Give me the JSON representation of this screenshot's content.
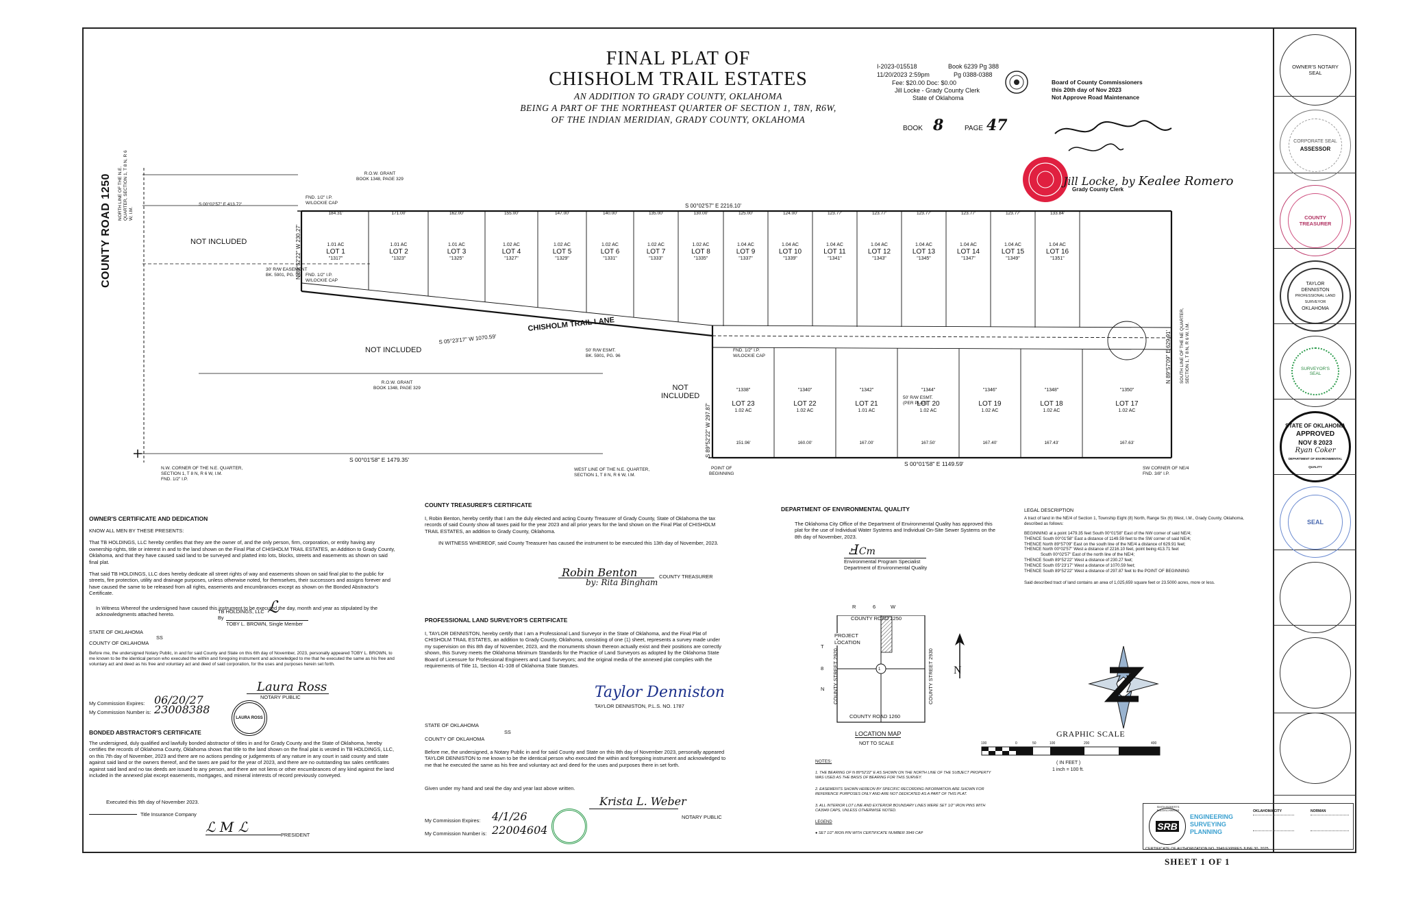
{
  "title": {
    "line1": "FINAL PLAT OF",
    "line2": "CHISHOLM TRAIL ESTATES",
    "line3": "AN ADDITION TO GRADY COUNTY, OKLAHOMA",
    "line4": "BEING A PART OF THE NORTHEAST QUARTER OF SECTION 1, T8N, R6W,",
    "line5": "OF THE INDIAN MERIDIAN, GRADY COUNTY, OKLAHOMA"
  },
  "recording": {
    "doc_no": "I-2023-015518",
    "book_pg": "Book 6239 Pg 388",
    "datetime": "11/20/2023 2:59pm",
    "pg_range": "Pg 0388-0388",
    "fee": "Fee: $20.00  Doc: $0.00",
    "clerk": "Jill Locke - Grady County Clerk",
    "state": "State of Oklahoma",
    "book_label": "BOOK",
    "book_value": "8",
    "page_label": "PAGE",
    "page_value": "47",
    "board_line1": "Board of County Commissioners",
    "board_line2": "this 20th day of Nov 2023",
    "board_line3": "Not Approve Road Maintenance",
    "grady_county_clerk": "Grady County Clerk"
  },
  "plat": {
    "county_road": "COUNTY ROAD 1250",
    "row_grant_top": "R.O.W. GRANT",
    "row_grant_top2": "BOOK 1348, PAGE 329",
    "row_grant_mid": "R.O.W. GRANT",
    "row_grant_mid2": "BOOK 1348, PAGE 329",
    "top_bearing": "S 00°02'57\" E 2216.10'",
    "top_left_bearing": "S 00°02'57\" E 413.72'",
    "bottom_left_bearing": "S 00°01'58\" E 1479.35'",
    "bottom_right_bearing": "S 00°01'58\" E 1149.59'",
    "lane_bearing": "S 05°23'17\" W 1070.59'",
    "lane_name": "CHISHOLM TRAIL LANE",
    "left_bearing": "N 89°52'22\" W 230.27'",
    "center_bearing": "S 89°52'22\" W 297.87'",
    "right_bearing": "N 89°57'09\" E 629.91'",
    "not_included_1": "NOT INCLUDED",
    "not_included_2": "NOT INCLUDED",
    "not_included_3a": "NOT",
    "not_included_3b": "INCLUDED",
    "fnd_ip_1a": "FND. 1/2\" I.P.",
    "fnd_ip_1b": "W/LOCKIE CAP",
    "fnd_ip_2a": "FND. 1/2\" I.P.",
    "fnd_ip_2b": "W/LOCKIE CAP",
    "fnd_ip_3a": "FND. 1/2\" I.P.",
    "fnd_ip_3b": "W/LOCKIE CAP",
    "esmt_1a": "30' R/W EASEMENT",
    "esmt_1b": "BK. 5901, PG. 96",
    "esmt_2a": "50' R/W ESMT.",
    "esmt_2b": "BK. 5901, PG. 96",
    "esmt_3a": "50' R/W ESMT.",
    "esmt_3b": "(PER PLAT)",
    "nw_corner_1": "N.W. CORNER OF THE N.E. QUARTER,",
    "nw_corner_2": "SECTION 1, T 8 N, R 6 W, I.M.",
    "nw_corner_3": "FND. 1/2\" I.P.",
    "west_line_1": "WEST LINE OF THE N.E. QUARTER,",
    "west_line_2": "SECTION 1, T 8 N, R 6 W, I.M.",
    "pob_1": "POINT OF",
    "pob_2": "BEGINNING",
    "sw_corner_1": "SW CORNER OF NE/4",
    "sw_corner_2": "FND. 3/8\" I.P.",
    "north_line": "NORTH LINE OF THE N.E. QUARTER, SECTION 1, T 8 N, R 6 W, I.M.",
    "south_line": "SOUTH LINE OF THE NE QUARTER, SECTION 1, T 8 N, R 6 W, I.M.",
    "lots_north": [
      {
        "name": "LOT 1",
        "ac": "1.01 AC",
        "addr": "\"1317\"",
        "front": "184.31'"
      },
      {
        "name": "LOT 2",
        "ac": "1.01 AC",
        "addr": "\"1323\"",
        "front": "171.00'"
      },
      {
        "name": "LOT 3",
        "ac": "1.01 AC",
        "addr": "\"1325\"",
        "front": "162.00'"
      },
      {
        "name": "LOT 4",
        "ac": "1.02 AC",
        "addr": "\"1327\"",
        "front": "155.00'"
      },
      {
        "name": "LOT 5",
        "ac": "1.02 AC",
        "addr": "\"1329\"",
        "front": "147.00'"
      },
      {
        "name": "LOT 6",
        "ac": "1.02 AC",
        "addr": "\"1331\"",
        "front": "140.00'"
      },
      {
        "name": "LOT 7",
        "ac": "1.02 AC",
        "addr": "\"1333\"",
        "front": "135.00'"
      },
      {
        "name": "LOT 8",
        "ac": "1.02 AC",
        "addr": "\"1335\"",
        "front": "130.00'"
      },
      {
        "name": "LOT 9",
        "ac": "1.04 AC",
        "addr": "\"1337\"",
        "front": "125.00'"
      },
      {
        "name": "LOT 10",
        "ac": "1.04 AC",
        "addr": "\"1339\"",
        "front": "124.00'"
      },
      {
        "name": "LOT 11",
        "ac": "1.04 AC",
        "addr": "\"1341\"",
        "front": "123.77'"
      },
      {
        "name": "LOT 12",
        "ac": "1.04 AC",
        "addr": "\"1343\"",
        "front": "123.77'"
      },
      {
        "name": "LOT 13",
        "ac": "1.04 AC",
        "addr": "\"1345\"",
        "front": "123.77'"
      },
      {
        "name": "LOT 14",
        "ac": "1.04 AC",
        "addr": "\"1347\"",
        "front": "123.77'"
      },
      {
        "name": "LOT 15",
        "ac": "1.04 AC",
        "addr": "\"1349\"",
        "front": "123.77'"
      },
      {
        "name": "LOT 16",
        "ac": "1.04 AC",
        "addr": "\"1351\"",
        "front": "133.84'"
      }
    ],
    "lots_south": [
      {
        "name": "LOT 23",
        "ac": "1.02 AC",
        "addr": "\"1338\"",
        "front": "151.96'"
      },
      {
        "name": "LOT 22",
        "ac": "1.02 AC",
        "addr": "\"1340\"",
        "front": "160.00'"
      },
      {
        "name": "LOT 21",
        "ac": "1.01 AC",
        "addr": "\"1342\"",
        "front": "167.00'"
      },
      {
        "name": "LOT 20",
        "ac": "1.02 AC",
        "addr": "\"1344\"",
        "front": "167.50'"
      },
      {
        "name": "LOT 19",
        "ac": "1.02 AC",
        "addr": "\"1346\"",
        "front": "167.40'"
      },
      {
        "name": "LOT 18",
        "ac": "1.02 AC",
        "addr": "\"1348\"",
        "front": "167.43'"
      },
      {
        "name": "LOT 17",
        "ac": "1.02 AC",
        "addr": "\"1350\"",
        "front": "167.63'"
      }
    ]
  },
  "owner_cert": {
    "heading": "OWNER'S CERTIFICATE AND DEDICATION",
    "know": "KNOW ALL MEN BY THESE PRESENTS:",
    "p1": "That TB HOLDINGS, LLC hereby certifies that they are the owner of, and the only person, firm, corporation, or entity having any ownership rights, title or interest in and to the land shown on the Final Plat of CHISHOLM TRAIL ESTATES, an Addition to Grady County, Oklahoma, and that they have caused said land to be surveyed and platted into lots, blocks, streets and easements as shown on said final plat.",
    "p2": "That said TB HOLDINGS, LLC does hereby dedicate all street rights of way and easements shown on said final plat to the public for streets, fire protection, utility and drainage purposes, unless otherwise noted, for themselves, their successors and assigns forever and have caused the same to be released from all rights, easements and encumbrances except as shown on the Bonded Abstractor's Certificate.",
    "p3": "In Witness Whereof the undersigned have caused this instrument to be executed the day, month and year as stipulated by the acknowledgments attached hereto.",
    "company": "TB HOLDINGS, LLC",
    "by": "By",
    "signer": "TOBY L. BROWN, Single Member",
    "state": "STATE OF OKLAHOMA",
    "ss": "SS",
    "county": "COUNTY OF OKLAHOMA",
    "notary_text": "Before me, the undersigned Notary Public, in and for said County and State on this 6th day of November, 2023, personally appeared TOBY L. BROWN, to me known to be the identical person who executed the within and foregoing instrument and acknowledged to me that he executed the same as his free and voluntary act and deed as his free and voluntary act and deed of said corporation, for the uses and purposes herein set forth.",
    "notary_sig": "Laura Ross",
    "notary_label": "NOTARY PUBLIC",
    "comm_exp_label": "My Commission Expires:",
    "comm_exp": "06/20/27",
    "comm_no_label": "My Commission Number is:",
    "comm_no": "23008388",
    "stamp_name": "LAURA ROSS"
  },
  "abstractor_cert": {
    "heading": "BONDED ABSTRACTOR'S CERTIFICATE",
    "body": "The undersigned, duly qualified and lawfully bonded abstractor of titles in and for Grady County and the State of Oklahoma, hereby certifies the records of Oklahoma County, Oklahoma shows that title to the land shown on the final plat is vested in TB HOLDINGS, LLC, on this 7th day of November, 2023 and there are no actions pending or judgements of any nature in any court in said county and state against said land or the owners thereof, and the taxes are paid for the year of 2023, and there are no outstanding tax sales certificates against said land and no tax deeds are issued to any person, and there are not liens or other encumbrances of any kind against the land included in the annexed plat except easements, mortgages, and mineral interests of record previously conveyed.",
    "executed": "Executed this 9th day of November 2023.",
    "title_co": "Title Insurance Company",
    "president": "PRESIDENT"
  },
  "treasurer_cert": {
    "heading": "COUNTY TREASURER'S CERTIFICATE",
    "body": "I, Robin Benton, hereby certify that I am the duly elected and acting County Treasurer of Grady County, State of Oklahoma the tax records of said County show all taxes paid for the year 2023 and all prior years for the land shown on the Final Plat of CHISHOLM TRAIL ESTATES, an addition to Grady County, Oklahoma.",
    "witness": "IN WITNESS WHEREOF, said County Treasurer has caused the instrument to be executed this 13th day of November, 2023.",
    "sig": "Robin Benton",
    "sig2": "by: Rita Bingham",
    "label": "COUNTY TREASURER"
  },
  "surveyor_cert": {
    "heading": "PROFESSIONAL LAND SURVEYOR'S CERTIFICATE",
    "body": "I, TAYLOR DENNISTON, hereby certify that I am a Professional Land Surveyor in the State of Oklahoma, and the Final Plat of CHISHOLM TRAIL ESTATES, an addition to Grady County, Oklahoma, consisting of one (1) sheet, represents a survey made under my supervision on this 8th day of November, 2023, and the monuments shown thereon actually exist and their positions are correctly shown, this Survey meets the Oklahoma Minimum Standards for the Practice of Land Surveyors as adopted by the Oklahoma State Board of Licensure for Professional Engineers and Land Surveyors; and the original media of the annexed plat complies with the requirements of Title 11, Section 41-108 of Oklahoma State Statutes.",
    "sig": "Taylor Denniston",
    "name": "TAYLOR DENNISTON, P.L.S. NO. 1787",
    "state": "STATE OF OKLAHOMA",
    "ss": "SS",
    "county": "COUNTY OF OKLAHOMA",
    "notary_text": "Before me, the undersigned, a Notary Public in and for said County and State on this 8th day of November 2023, personally appeared TAYLOR DENNISTON to me known to be the identical person who executed the within and foregoing instrument and acknowledged to me that he executed the same as his free and voluntary act and deed for the uses and purposes there in set forth.",
    "given": "Given under my hand and seal the day and year last above written.",
    "notary_sig": "Krista L. Weber",
    "notary_label": "NOTARY PUBLIC",
    "comm_exp_label": "My Commission Expires:",
    "comm_exp": "4/1/26",
    "comm_no_label": "My Commission Number is:",
    "comm_no": "22004604"
  },
  "deq": {
    "heading": "DEPARTMENT OF ENVIRONMENTAL QUALITY",
    "body": "The Oklahoma City Office of the Department of Environmental Quality has approved this plat for the use of Individual Water Systems and Individual On-Site Sewer Systems on the 8th day of November, 2023.",
    "title1": "Environmental Program Specialist",
    "title2": "Department of Environmental Quality"
  },
  "legal": {
    "heading": "LEGAL DESCRIPTION",
    "intro": "A tract of land in the NE/4 of Section 1, Township Eight (8) North, Range Six (6) West, I.M., Grady County, Oklahoma, described as follows:",
    "lines": [
      "BEGINNING at a point 1479.35 feet South 00°01'58\" East of the NW corner of said NE/4;",
      "THENCE South 00°01'58\" East a distance of 1149.59 feet to the SW corner of said NE/4;",
      "THENCE North 89°57'09\" East on the south line of the NE/4 a distance of 629.91 feet;",
      "THENCE North 00°02'57\" West a distance of 2216.10 feet, point being 413.71 feet",
      "    South 00°02'57\" East of the north line of the NE/4;",
      "THENCE South 89°52'22\" West a distance of 230.27 feet;",
      "THENCE South 05°23'17\" West a distance of 1070.59 feet;",
      "THENCE South 89°52'22\" West a distance of 297.87 feet to the POINT OF BEGINNING"
    ],
    "outro": "Said described tract of land contains an area of 1,025,659 square feet or 23.5000 acres, more or less."
  },
  "location_map": {
    "r": "R",
    "six": "6",
    "w": "W",
    "road_top": "COUNTY ROAD 1250",
    "road_bottom": "COUNTY ROAD 1260",
    "street_left": "COUNTY STREET 2920",
    "street_right": "COUNTY STREET 2930",
    "project1": "PROJECT",
    "project2": "LOCATION",
    "t": "T",
    "eight": "8",
    "n": "N",
    "one": "1",
    "title": "LOCATION MAP",
    "scale": "NOT TO SCALE"
  },
  "north_arrow": {
    "label": "N"
  },
  "scale": {
    "title": "GRAPHIC SCALE",
    "ticks": [
      "100",
      "0",
      "50",
      "100",
      "200",
      "400"
    ],
    "unit": "( IN FEET )",
    "ratio": "1 inch = 100 ft."
  },
  "notes": {
    "heading": "NOTES:",
    "items": [
      "1.  THE BEARING OF N 89°52'22\" E AS SHOWN ON THE NORTH LINE OF THE SUBJECT PROPERTY WAS USED AS THE BASIS OF BEARING FOR THIS SURVEY.",
      "2.  EASEMENTS SHOWN HEREON BY SPECIFIC RECORDING INFORMATION ARE SHOWN FOR REFERENCE PURPOSES ONLY AND ARE NOT DEDICATED AS A PART OF THIS PLAT.",
      "3.  ALL INTERIOR LOT LINE AND EXTERIOR BOUNDARY LINES WERE SET 1/2\" IRON PINS WITH CA3949 CAPS, UNLESS OTHERWISE NOTED."
    ],
    "legend": "LEGEND",
    "legend_item": "SET 1/2\" IRON PIN WITH CERTIFICATE NUMBER 3949 CAP"
  },
  "logo": {
    "abbr": "SRB",
    "line1": "ENGINEERING",
    "line2": "SURVEYING",
    "line3": "PLANNING",
    "arc": "SMITH ROBERTS BALDISCHWILER",
    "okc": "OKLAHOMA CITY",
    "norman": "NORMAN",
    "auth": "CERTIFICATE OF AUTHORIZATION NO. 3949  EXPIRES JUNE 30, 2025"
  },
  "seals": {
    "owner": "OWNER'S NOTARY SEAL",
    "corporate": "CORPORATE SEAL",
    "assessor": "ASSESSOR",
    "treasurer": "COUNTY TREASURER",
    "surveyor_1": "TAYLOR",
    "surveyor_2": "DENNISTON",
    "surveyor_3": "PROFESSIONAL LAND SURVEYOR",
    "surveyor_4": "OKLAHOMA",
    "surveyor_seal": "SURVEYOR'S SEAL",
    "deq_1": "STATE OF OKLAHOMA",
    "deq_2": "APPROVED",
    "deq_3": "NOV 8 2023",
    "deq_4": "Ryan Coker",
    "deq_5": "DEPARTMENT OF ENVIRONMENTAL QUALITY",
    "grady": "SEAL"
  },
  "sheet": "SHEET 1 OF 1"
}
